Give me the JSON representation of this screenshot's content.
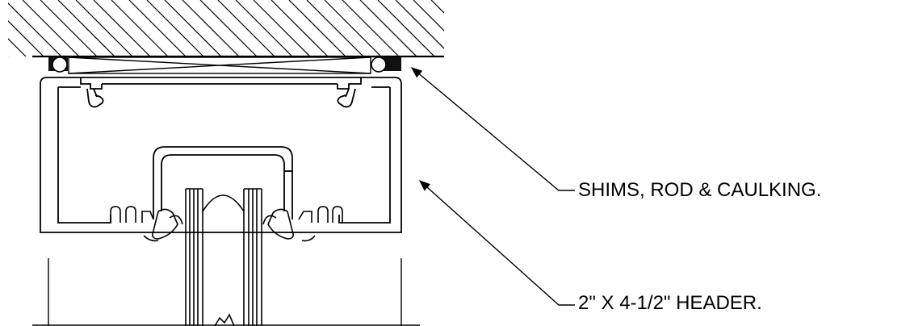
{
  "callouts": [
    {
      "id": "shims",
      "text": "SHIMS, ROD & CAULKING."
    },
    {
      "id": "header",
      "text": "2\" X 4-1/2\" HEADER."
    }
  ],
  "colors": {
    "ink": "#000000",
    "paper": "#ffffff"
  }
}
